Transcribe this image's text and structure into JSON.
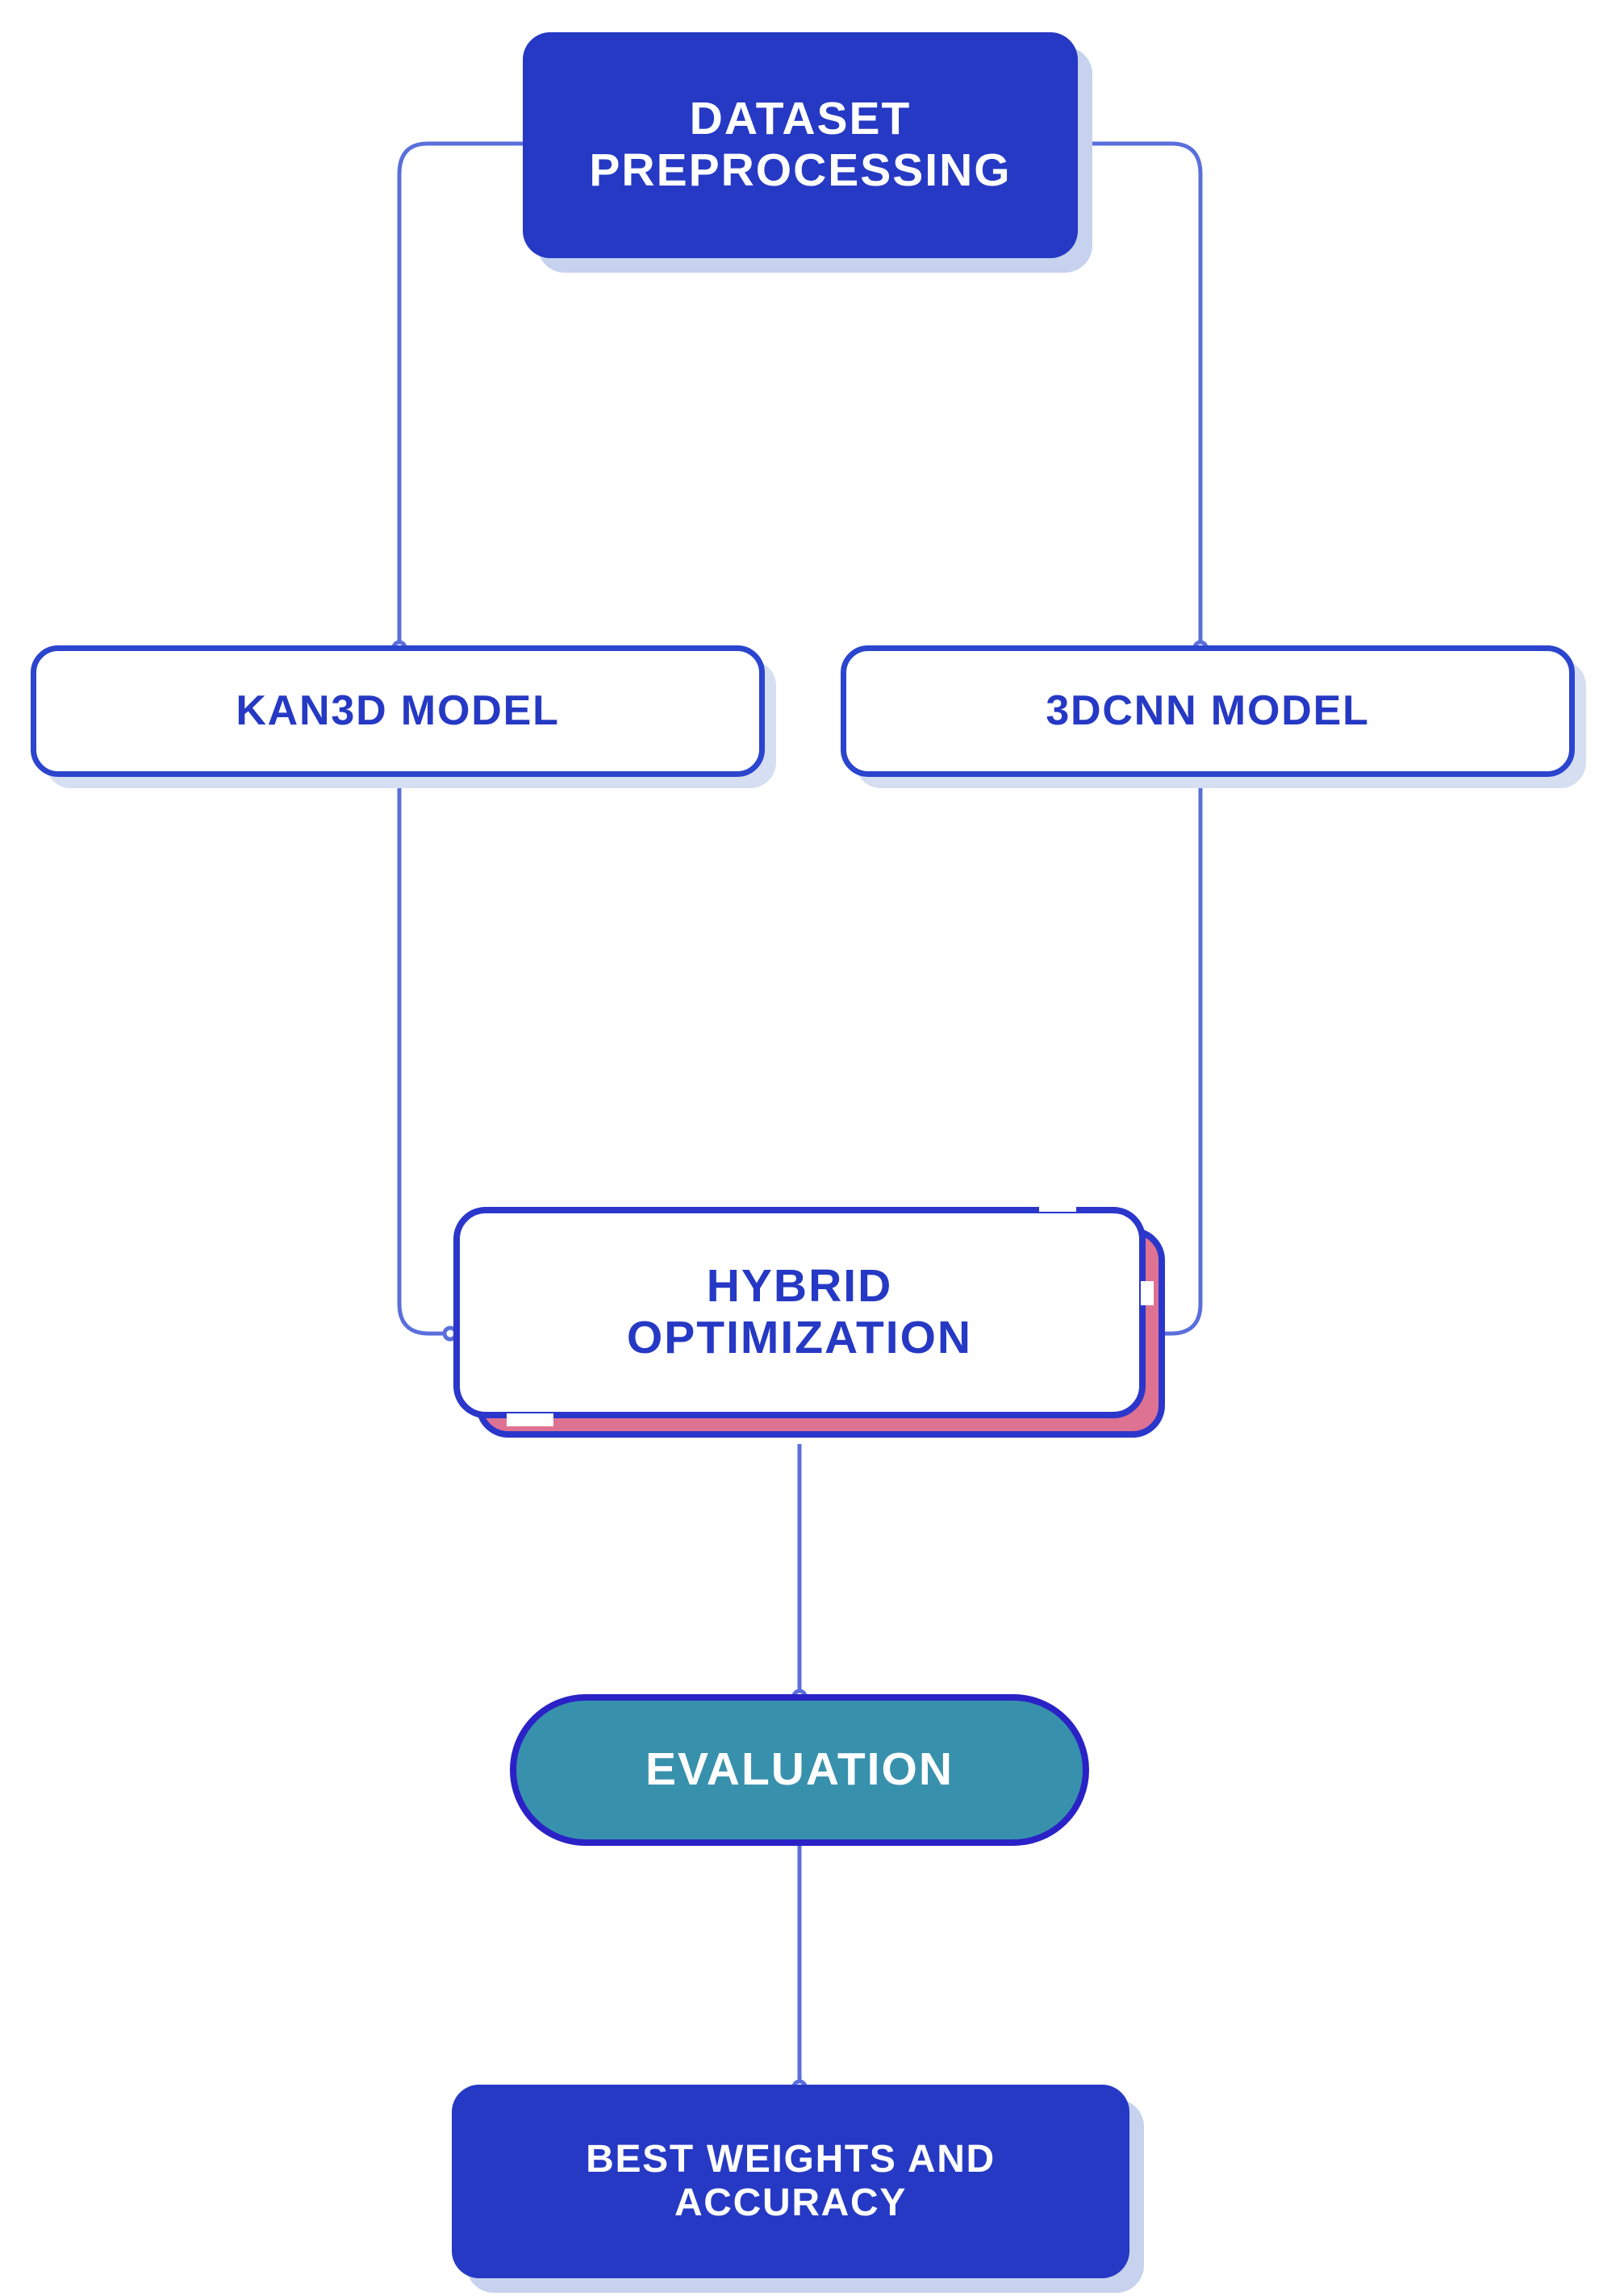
{
  "diagram": {
    "title": "Hybrid KAN3D / 3DCNN model pipeline flowchart",
    "background_color": "#FFFFFF",
    "palette": {
      "primary_blue": "#2639C4",
      "border_blue": "#2B36CB",
      "shadow_blue": "#C6D2EE",
      "teal": "#3891AC",
      "pink_accent": "#DE7293",
      "edge_line": "#5A6FDB",
      "white": "#FFFFFF"
    },
    "nodes": [
      {
        "id": "dataset-preprocessing",
        "label": "DATASET\nPREPROCESSING",
        "style": "filled-blue",
        "text_color": "#FFFFFF",
        "fill_color": "#2639C4"
      },
      {
        "id": "kan3d-model",
        "label": "KAN3D MODEL",
        "style": "outlined-white",
        "text_color": "#2639C4",
        "fill_color": "#FFFFFF"
      },
      {
        "id": "3dcnn-model",
        "label": "3DCNN MODEL",
        "style": "outlined-white",
        "text_color": "#2639C4",
        "fill_color": "#FFFFFF"
      },
      {
        "id": "hybrid-optimization",
        "label": "HYBRID\nOPTIMIZATION",
        "style": "outlined-white-pink-accent",
        "text_color": "#2639C4",
        "fill_color": "#FFFFFF",
        "accent_color": "#DE7293"
      },
      {
        "id": "evaluation",
        "label": "EVALUATION",
        "style": "teal-pill",
        "text_color": "#FFFFFF",
        "fill_color": "#3891AC"
      },
      {
        "id": "best-weights-and-accuracy",
        "label": "BEST WEIGHTS AND\nACCURACY",
        "style": "filled-blue",
        "text_color": "#FFFFFF",
        "fill_color": "#2639C4"
      }
    ],
    "edges": [
      {
        "id": "edge-dataset-to-kan3d",
        "from": "dataset-preprocessing",
        "to": "kan3d-model"
      },
      {
        "id": "edge-dataset-to-3dcnn",
        "from": "dataset-preprocessing",
        "to": "3dcnn-model"
      },
      {
        "id": "edge-kan3d-to-hybrid",
        "from": "kan3d-model",
        "to": "hybrid-optimization"
      },
      {
        "id": "edge-3dcnn-to-hybrid",
        "from": "3dcnn-model",
        "to": "hybrid-optimization"
      },
      {
        "id": "edge-hybrid-to-evaluation",
        "from": "hybrid-optimization",
        "to": "evaluation"
      },
      {
        "id": "edge-evaluation-to-best-weights",
        "from": "evaluation",
        "to": "best-weights-and-accuracy"
      }
    ]
  }
}
